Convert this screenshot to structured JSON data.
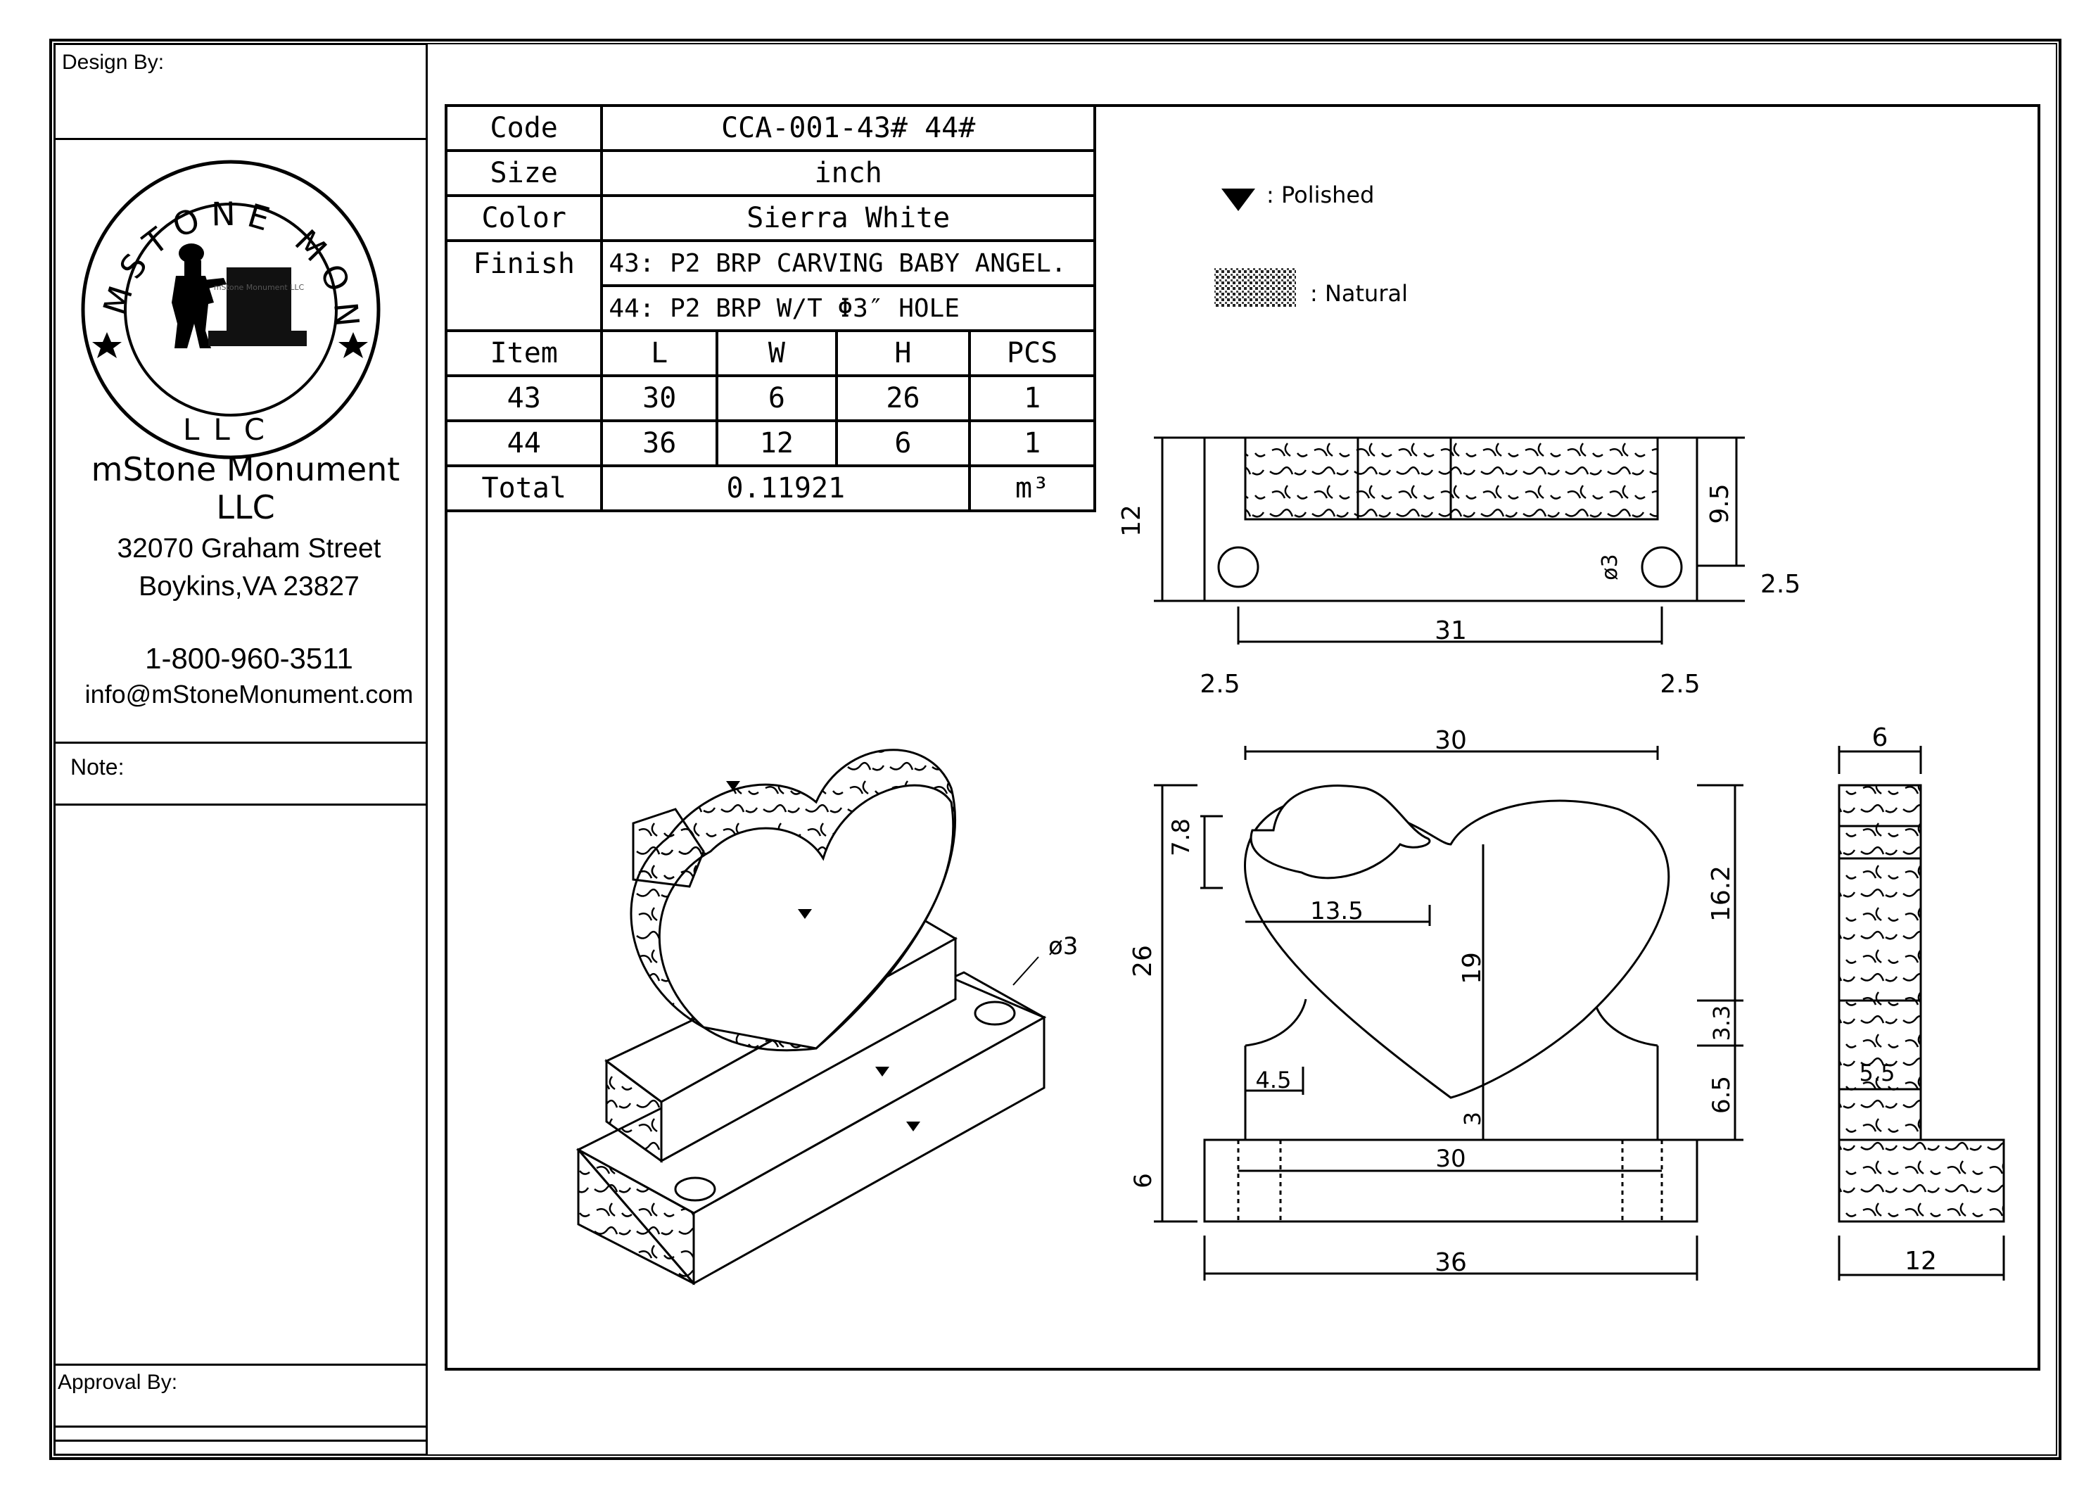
{
  "sidebar": {
    "design_by_label": "Design By:",
    "logo": {
      "arc_text": "MSTONE MONUMENT",
      "bottom_text": "LLC",
      "stone_text": "mStone Monument LLC"
    },
    "company_name": "mStone Monument LLC",
    "address_line1": "32070 Graham Street",
    "address_line2": "Boykins,VA 23827",
    "phone": "1-800-960-3511",
    "email": "info@mStoneMonument.com",
    "note_label": "Note:",
    "approval_label": "Approval By:"
  },
  "spec_table": {
    "code_label": "Code",
    "code_value": "CCA-001-43# 44#",
    "size_label": "Size",
    "size_value": "inch",
    "color_label": "Color",
    "color_value": "Sierra White",
    "finish_label": "Finish",
    "finish_line1": "43: P2 BRP CARVING BABY ANGEL.",
    "finish_line2": "44: P2 BRP W/T  Φ3″ HOLE",
    "headers": [
      "Item",
      "L",
      "W",
      "H",
      "PCS"
    ],
    "rows": [
      [
        "43",
        "30",
        "6",
        "26",
        "1"
      ],
      [
        "44",
        "36",
        "12",
        "6",
        "1"
      ]
    ],
    "total_label": "Total",
    "total_value": "0.11921",
    "total_unit": "m³"
  },
  "legend": {
    "polished_label": ": Polished",
    "natural_label": ": Natural"
  },
  "dimensions": {
    "top_view": {
      "height": "12",
      "inner_height": "9.5",
      "hole": "ø3",
      "offset_right": "2.5",
      "hole_span": "31",
      "edge_left": "2.5",
      "edge_right": "2.5"
    },
    "iso_view": {
      "hole": "ø3"
    },
    "front_view": {
      "width_top": "30",
      "angle_height": "7.8",
      "angle_width": "13.5",
      "total_height": "26",
      "heart_height": "19",
      "side_gap": "4.5",
      "bottom_gap": "3",
      "base_inner": "30",
      "base_height": "6",
      "base_width": "36",
      "right_upper": "16.2",
      "right_mid": "3.3",
      "right_lower": "6.5"
    },
    "side_view": {
      "width_top": "6",
      "step": "5.5",
      "base_width": "12"
    }
  }
}
